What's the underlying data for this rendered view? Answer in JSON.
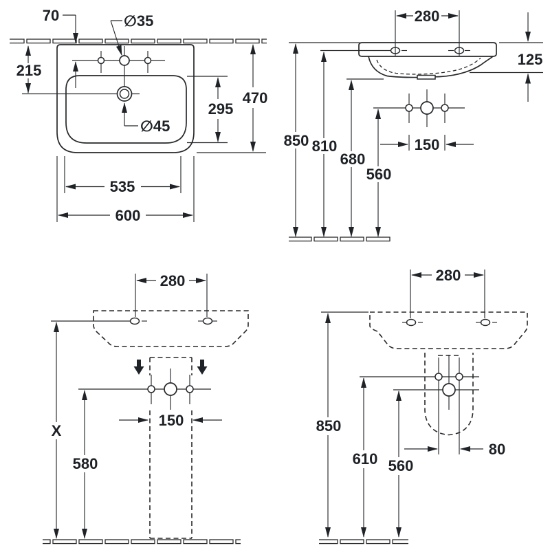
{
  "drawing": {
    "type": "washbasin-installation-dimension-drawing",
    "background": "#ffffff",
    "line_color": "#26282b",
    "text_color": "#1d2126",
    "views": {
      "plan": {
        "labels": {
          "rear_offset": "70",
          "tap_hole_diameter": "∅35",
          "rear_to_drain": "215",
          "bowl_depth": "295",
          "overall_depth": "470",
          "drain_diameter": "∅45",
          "bowl_width": "535",
          "overall_width": "600"
        }
      },
      "side": {
        "labels": {
          "fixing_centres": "280",
          "front_edge_height": "125",
          "rim_height": "850",
          "fixing_height": "810",
          "underside_height": "680",
          "supply_height": "560",
          "supply_centres": "150"
        }
      },
      "front_pedestal": {
        "labels": {
          "fixing_centres": "280",
          "rim_height": "X",
          "supply_height": "580",
          "supply_centres": "150"
        }
      },
      "side_pedestal": {
        "labels": {
          "fixing_centres": "280",
          "rim_height": "850",
          "waste_height": "610",
          "supply_height": "560",
          "waste_offset": "80"
        }
      }
    }
  }
}
